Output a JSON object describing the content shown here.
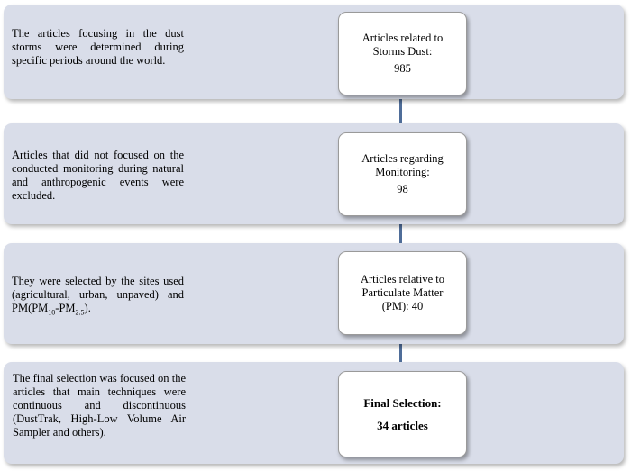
{
  "rows": [
    {
      "description": "The articles focusing in the dust storms were determined during specific periods around the world.",
      "box_label": "Articles related to Storms Dust:",
      "box_count": "985"
    },
    {
      "description": "Articles that did not focused on the conducted monitoring during natural and anthropogenic events were excluded.",
      "box_label": "Articles regarding Monitoring:",
      "box_count": "98"
    },
    {
      "description_main": "They were selected by the sites used (agricultural, urban, unpaved) and PM(PM",
      "sub_10": "10",
      "dash": "-PM",
      "sub_25": "2.5",
      "tail": ").",
      "box_label": "Articles relative to Particulate Matter (PM): 40"
    },
    {
      "description": "The final selection was focused on the articles that main techniques were continuous and discontinuous (DustTrak, High-Low Volume Air Sampler and others).",
      "box_label": "Final Selection:",
      "box_count": "34 articles"
    }
  ],
  "colors": {
    "band": "#d9dde9",
    "connector": "#4f6d99",
    "box": "#ffffff"
  }
}
